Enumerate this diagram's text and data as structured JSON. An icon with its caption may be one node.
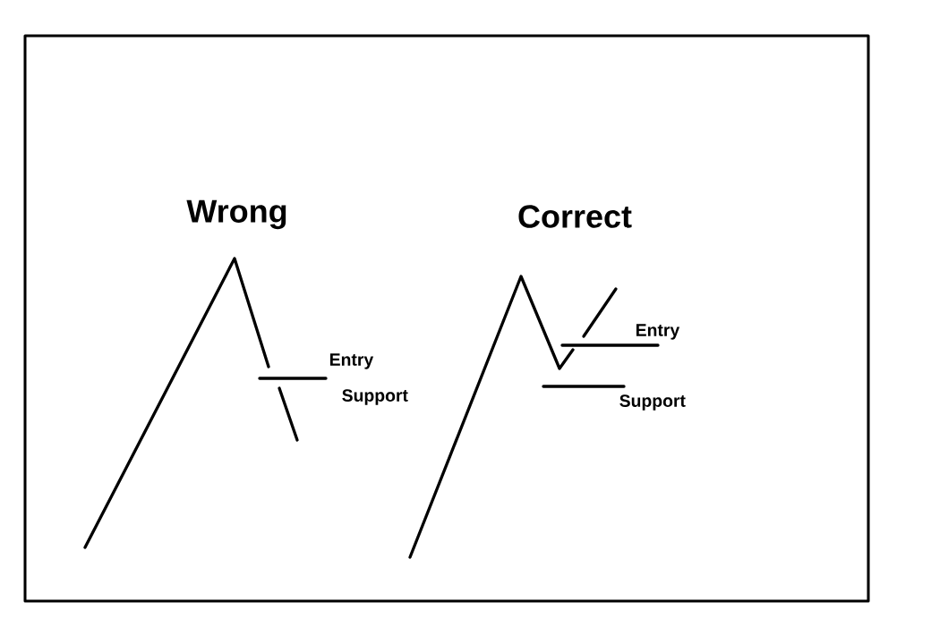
{
  "diagram": {
    "labels": [
      "Wrong",
      "Correct",
      "Entry",
      "Support",
      "Entry",
      "Support"
    ]
  }
}
